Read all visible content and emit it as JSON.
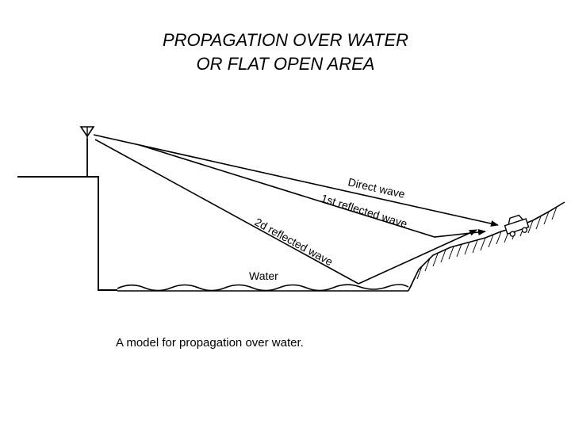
{
  "title": {
    "line1": "PROPAGATION OVER WATER",
    "line2": "OR FLAT OPEN AREA"
  },
  "labels": {
    "direct_wave": "Direct wave",
    "first_reflected": "1st reflected wave",
    "second_reflected": "2d reflected wave",
    "water": "Water"
  },
  "caption": "A model for propagation over water.",
  "icons": {
    "antenna": "antenna-icon",
    "vehicle": "vehicle-icon"
  },
  "colors": {
    "ink": "#000000",
    "background": "#ffffff"
  }
}
